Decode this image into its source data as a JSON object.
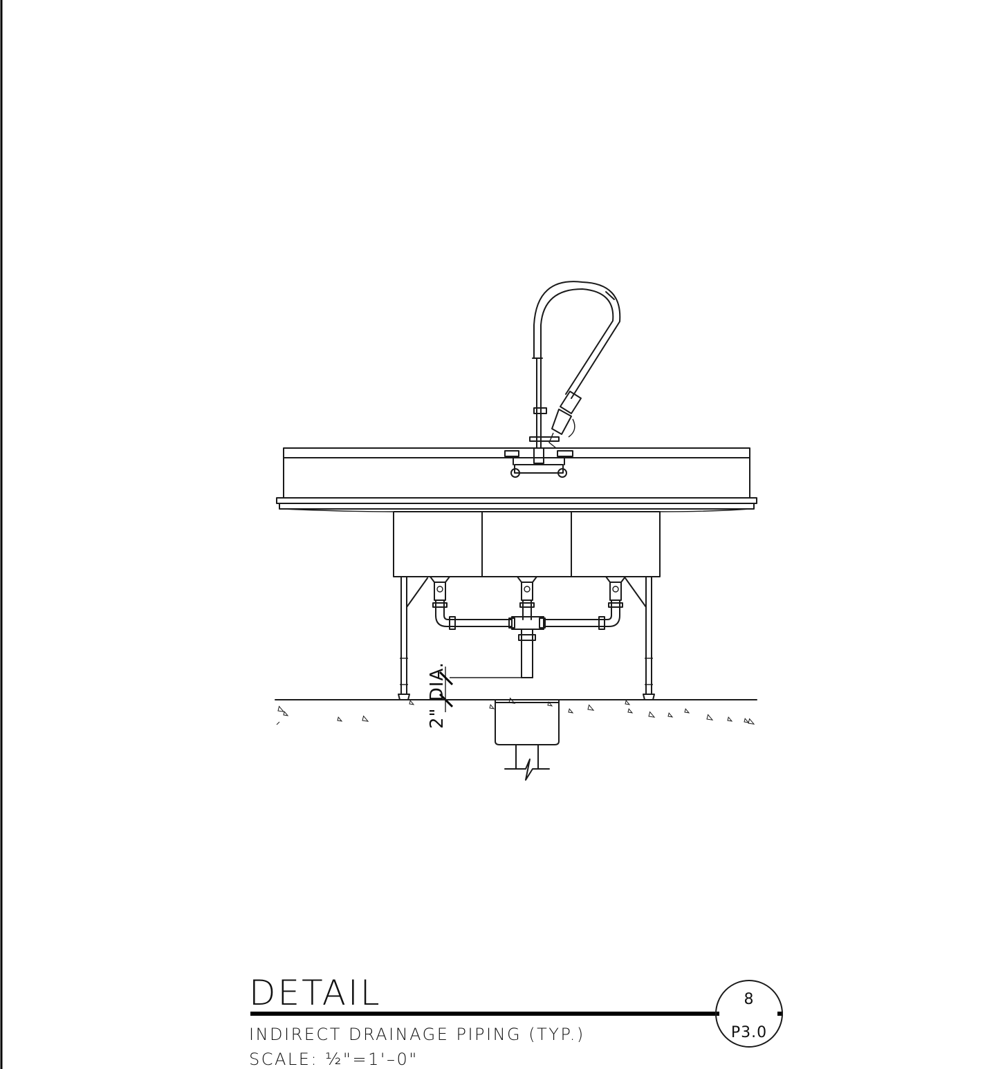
{
  "title_block": {
    "heading": "DETAIL",
    "description": "INDIRECT DRAINAGE PIPING (TYP.)",
    "scale": "SCALE: ½\"=1'–0\""
  },
  "detail_tag": {
    "number": "8",
    "sheet": "P3.0"
  },
  "annotations": {
    "dimension_label": "2\" DIA."
  }
}
